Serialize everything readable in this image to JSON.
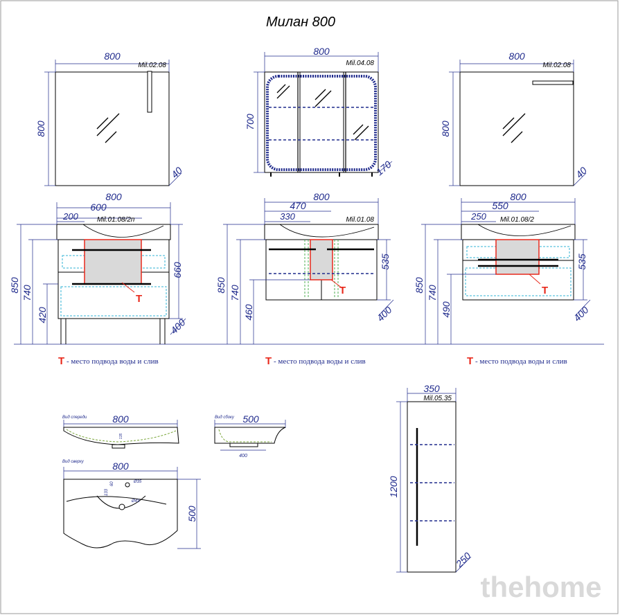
{
  "title": "Милан 800",
  "mirrors": {
    "left": {
      "code": "Mil.02.08",
      "width": "800",
      "height": "800",
      "depth": "40"
    },
    "center": {
      "code": "Mil.04.08",
      "width": "800",
      "height": "700",
      "depth": "170"
    },
    "right": {
      "code": "Mil.02.08",
      "width": "800",
      "height": "800",
      "depth": "40"
    }
  },
  "cabinets": {
    "left": {
      "code": "Mil.01.08/2п",
      "width": "800",
      "inner_width": "600",
      "offset": "200",
      "h_total": "850",
      "h_top": "740",
      "h_floor": "420",
      "h_body": "660",
      "depth": "400",
      "marker": "T"
    },
    "center": {
      "code": "Mil.01.08",
      "width": "800",
      "inner_width": "470",
      "offset": "330",
      "h_total": "850",
      "h_top": "740",
      "h_floor": "460",
      "h_body": "535",
      "depth": "400",
      "marker": "T"
    },
    "right": {
      "code": "Mil.01.08/2",
      "width": "800",
      "inner_width": "550",
      "offset": "250",
      "h_total": "850",
      "h_top": "740",
      "h_floor": "490",
      "h_body": "535",
      "depth": "400",
      "marker": "T"
    }
  },
  "legend": {
    "marker": "T",
    "text": " - место подвода воды и слив"
  },
  "sink": {
    "front_label": "Вид спереди",
    "front_width": "800",
    "front_depth_small": "135",
    "side_label": "Вид сбоку",
    "side_width": "500",
    "side_inner": "400",
    "top_label": "Вид сверху",
    "top_width": "800",
    "top_depth": "500",
    "hole1": "Ø35",
    "hole2": "Ø43",
    "dim_a": "60",
    "dim_b": "133"
  },
  "column": {
    "code": "Mil.05.35",
    "width": "350",
    "height": "1200",
    "depth": "250"
  },
  "watermark": "thehome",
  "colors": {
    "dimension": "#1f2a8c",
    "outline": "#000000",
    "water_marker": "#e8291c",
    "hidden": "#32b3d6"
  }
}
